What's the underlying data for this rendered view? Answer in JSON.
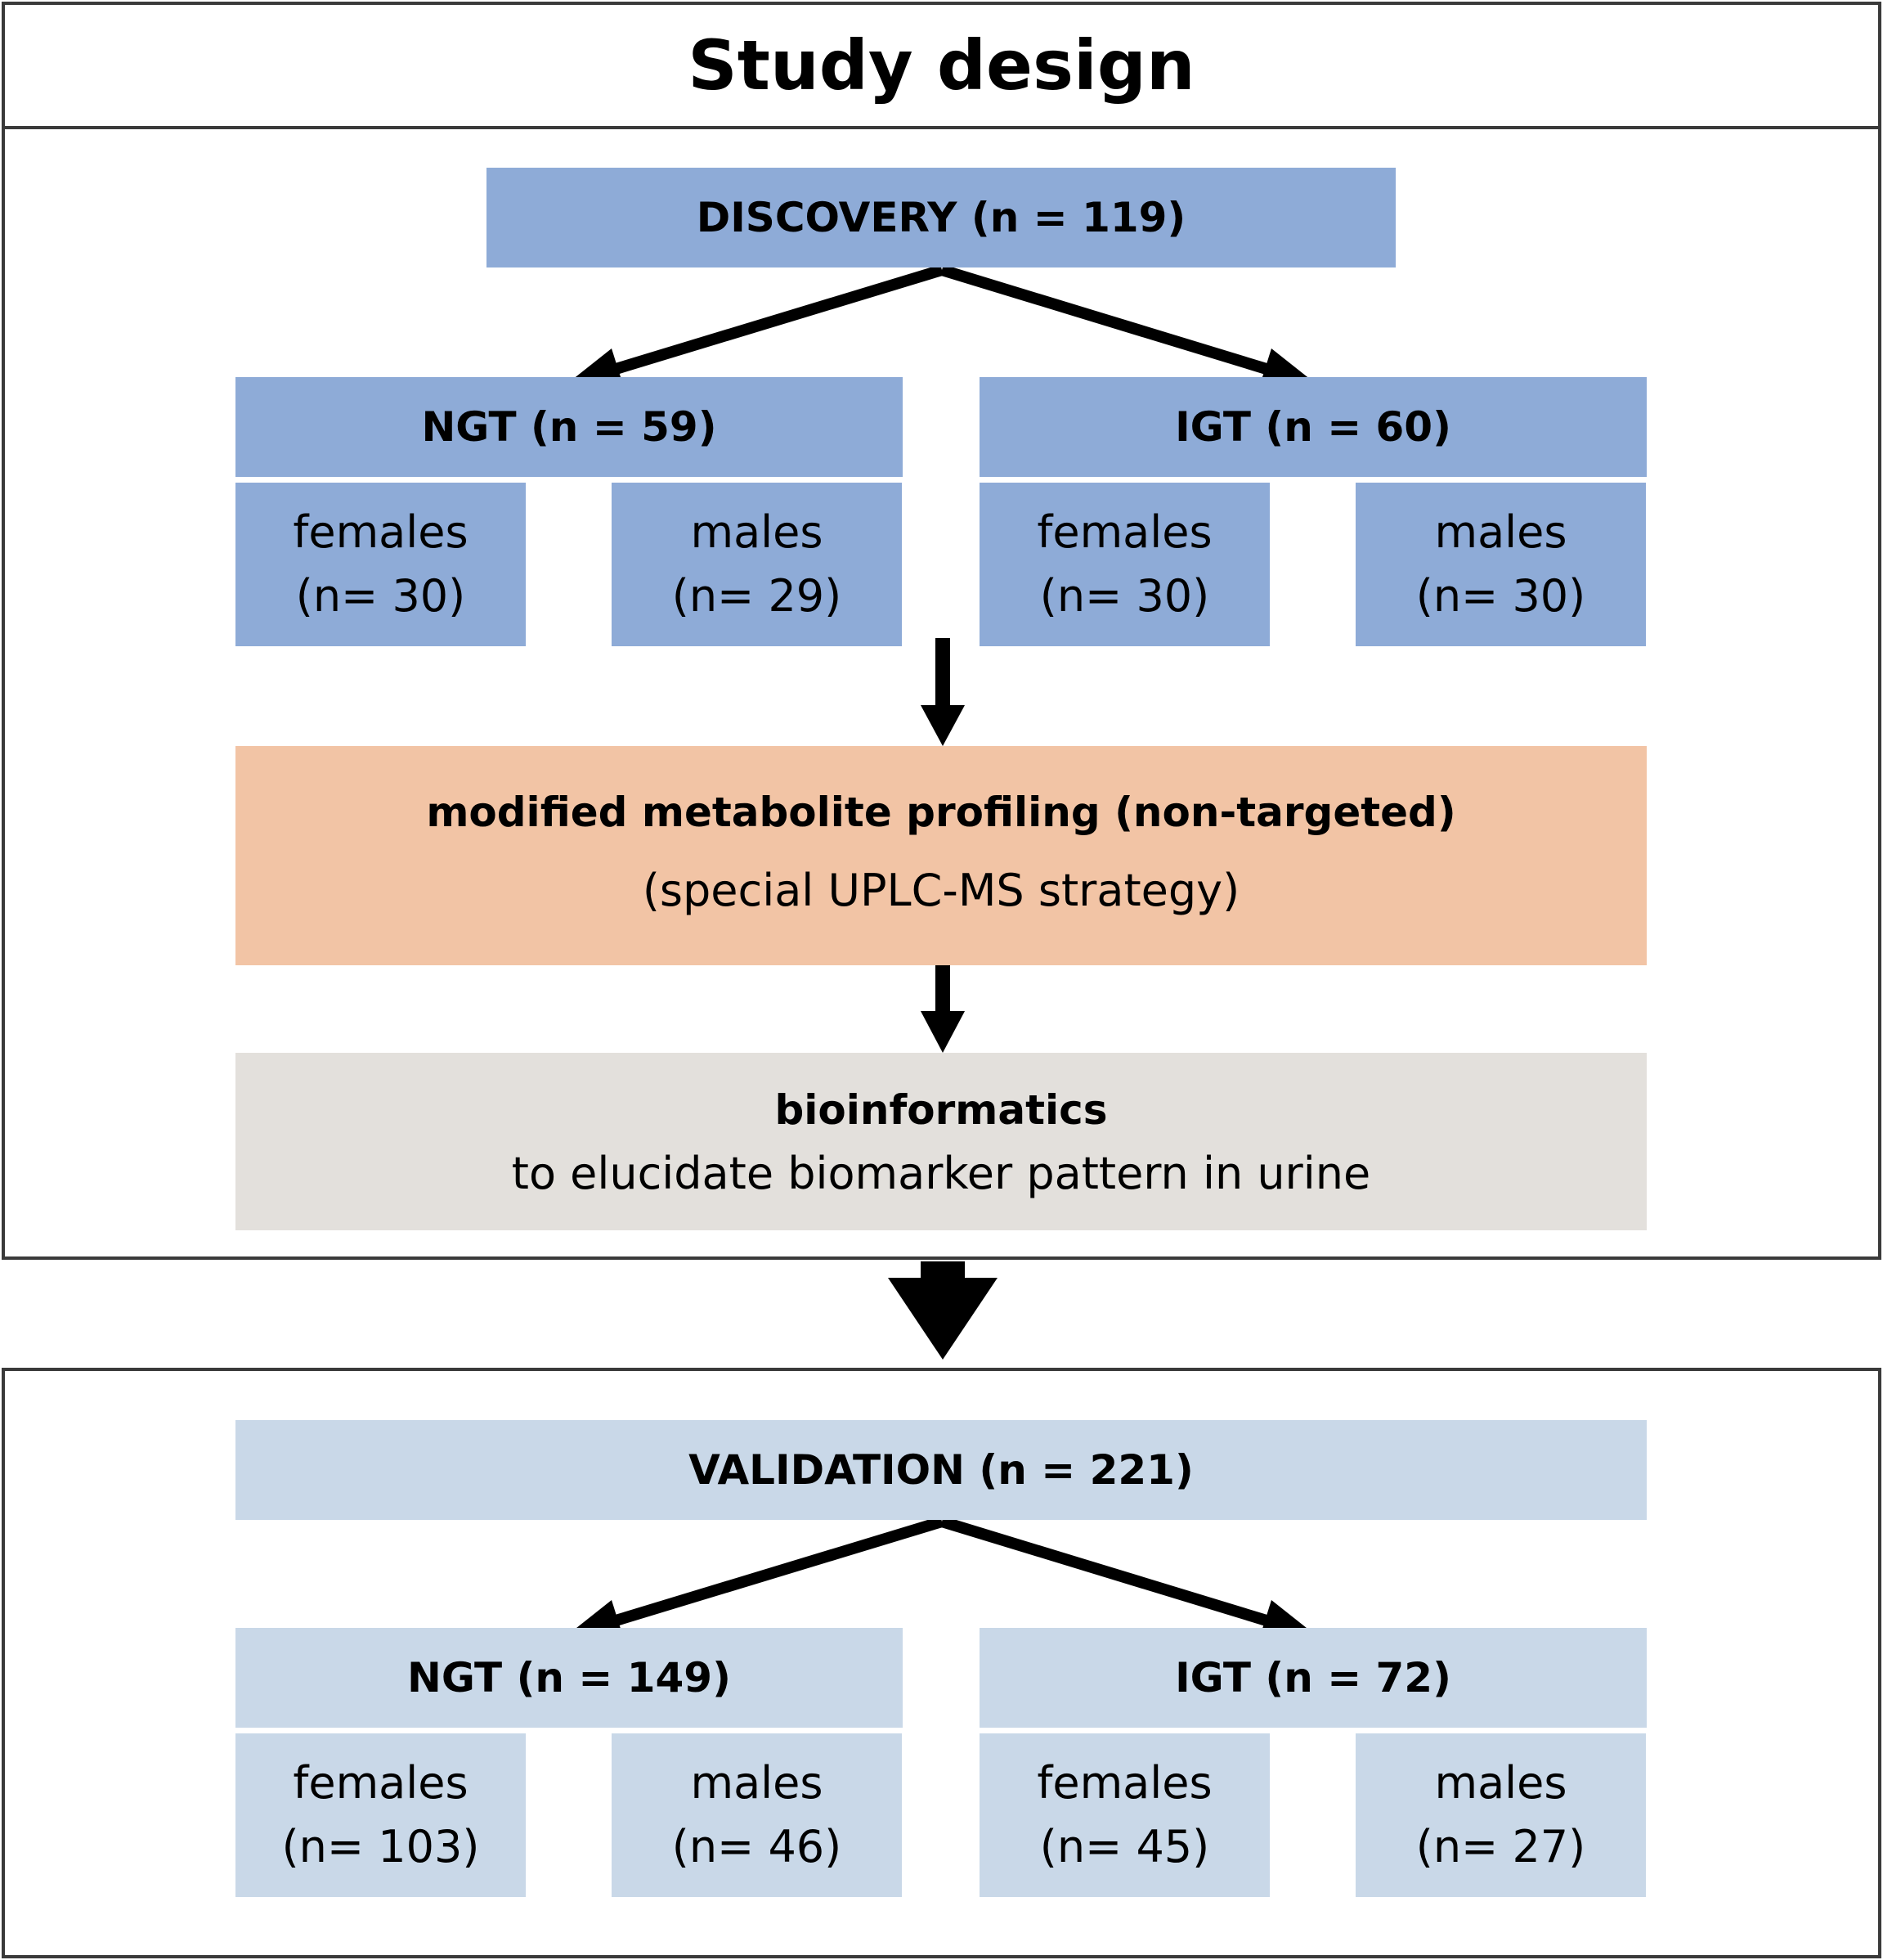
{
  "title": "Study design",
  "discovery": {
    "header": "DISCOVERY (n = 119)",
    "ngt": {
      "label": "NGT (n = 59)",
      "females": {
        "label": "females",
        "count": "(n= 30)"
      },
      "males": {
        "label": "males",
        "count": "(n= 29)"
      }
    },
    "igt": {
      "label": "IGT (n = 60)",
      "females": {
        "label": "females",
        "count": "(n= 30)"
      },
      "males": {
        "label": "males",
        "count": "(n= 30)"
      }
    },
    "profiling": {
      "title": "modified metabolite profiling (non-targeted)",
      "subtitle": "(special UPLC-MS strategy)"
    },
    "bioinformatics": {
      "title": "bioinformatics",
      "subtitle": "to elucidate biomarker pattern in urine"
    }
  },
  "validation": {
    "header": "VALIDATION (n = 221)",
    "ngt": {
      "label": "NGT (n = 149)",
      "females": {
        "label": "females",
        "count": "(n= 103)"
      },
      "males": {
        "label": "males",
        "count": "(n= 46)"
      }
    },
    "igt": {
      "label": "IGT (n = 72)",
      "females": {
        "label": "females",
        "count": "(n= 45)"
      },
      "males": {
        "label": "males",
        "count": "(n= 27)"
      }
    }
  },
  "colors": {
    "discovery_box": "#8eabd7",
    "validation_box": "#c9d8e8",
    "profiling_box": "#f2c4a5",
    "bioinformatics_box": "#e3e0dc",
    "arrow": "#000000",
    "frame": "#3a3a3a"
  }
}
